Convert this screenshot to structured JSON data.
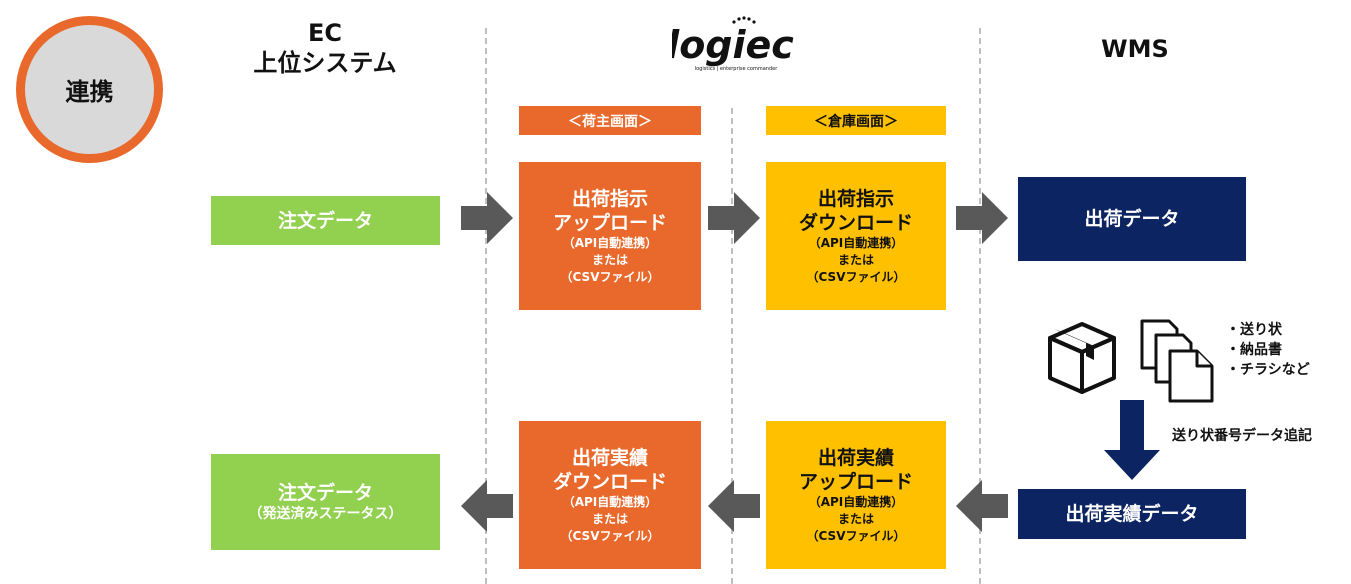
{
  "badge": {
    "label": "連携"
  },
  "columns": {
    "ec": {
      "line1": "EC",
      "line2": "上位システム"
    },
    "logiec": {
      "logo_text": "logiec",
      "logo_tagline": "logistics | enterprise commander"
    },
    "wms": {
      "label": "WMS"
    }
  },
  "tags": {
    "shipper": "＜荷主画面＞",
    "warehouse": "＜倉庫画面＞"
  },
  "row1": {
    "order": "注文データ",
    "upload": {
      "title1": "出荷指示",
      "title2": "アップロード",
      "sub1": "（API自動連携）",
      "sub2": "または",
      "sub3": "（CSVファイル）"
    },
    "download": {
      "title1": "出荷指示",
      "title2": "ダウンロード",
      "sub1": "（API自動連携）",
      "sub2": "または",
      "sub3": "（CSVファイル）"
    },
    "ship_data": "出荷データ"
  },
  "middle": {
    "items": [
      "・送り状",
      "・納品書",
      "・チラシなど"
    ],
    "append_note": "送り状番号データ追記"
  },
  "row2": {
    "order": "注文データ",
    "order_sub": "（発送済みステータス）",
    "download": {
      "title1": "出荷実績",
      "title2": "ダウンロード",
      "sub1": "（API自動連携）",
      "sub2": "または",
      "sub3": "（CSVファイル）"
    },
    "upload": {
      "title1": "出荷実績",
      "title2": "アップロード",
      "sub1": "（API自動連携）",
      "sub2": "または",
      "sub3": "（CSVファイル）"
    },
    "result_data": "出荷実績データ"
  },
  "colors": {
    "orange": "#e8692b",
    "yellow": "#ffc000",
    "green": "#92d050",
    "navy": "#0c2461",
    "arrow_gray": "#595959"
  }
}
